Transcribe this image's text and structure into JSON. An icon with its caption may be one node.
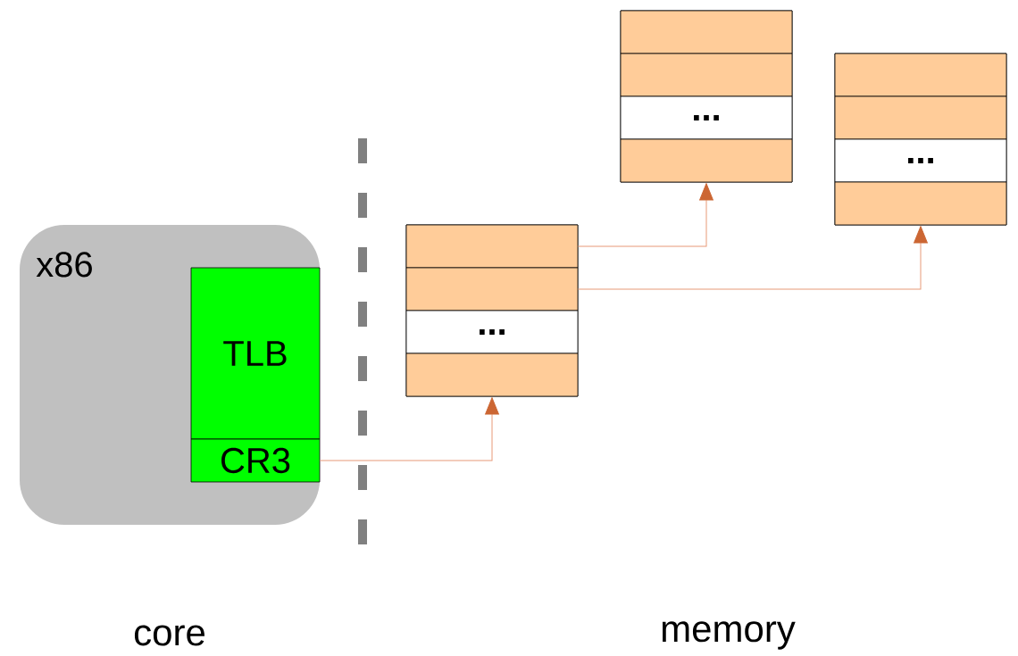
{
  "diagram": {
    "nodes": [
      {
        "text": [
          "x86"
        ]
      },
      {
        "text": [
          "TLB"
        ],
        "in": 0
      },
      {
        "text": [
          "CR3"
        ],
        "in": 0
      },
      {
        "text": [],
        "shape": "box"
      },
      {
        "text": [],
        "shape": "box",
        "in": 3
      },
      {
        "text": [],
        "shape": "box",
        "in": 3
      },
      {
        "text": [
          "..."
        ],
        "in": 3
      },
      {
        "text": [],
        "shape": "box",
        "in": 3
      },
      {
        "text": [],
        "shape": "box"
      },
      {
        "text": [],
        "shape": "box",
        "in": 8
      },
      {
        "text": [],
        "shape": "box",
        "in": 8
      },
      {
        "text": [
          "..."
        ],
        "in": 8
      },
      {
        "text": [],
        "shape": "box",
        "in": 8
      },
      {
        "text": [],
        "shape": "box"
      },
      {
        "text": [],
        "shape": "box",
        "in": 13
      },
      {
        "text": [],
        "shape": "box",
        "in": 13
      },
      {
        "text": [
          "..."
        ],
        "in": 13
      },
      {
        "text": [],
        "shape": "box",
        "in": 13
      }
    ],
    "edges": [
      {
        "from": 2,
        "to": 3,
        "arrow": "to"
      },
      {
        "from": 4,
        "to": 8,
        "arrow": "to"
      },
      {
        "from": 5,
        "to": 13,
        "arrow": "to"
      }
    ],
    "labels": [
      "core",
      "memory"
    ]
  }
}
